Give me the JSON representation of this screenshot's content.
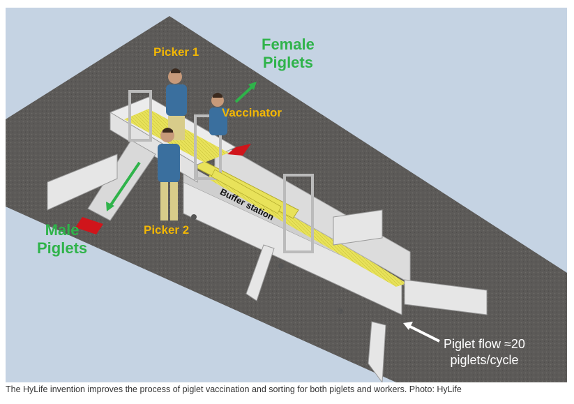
{
  "labels": {
    "picker1": "Picker 1",
    "picker2": "Picker 2",
    "vaccinator": "Vaccinator",
    "female_line1": "Female",
    "female_line2": "Piglets",
    "male_line1": "Male",
    "male_line2": "Piglets",
    "buffer_station": "Buffer station",
    "flow_line1": "Piglet flow ≈20",
    "flow_line2": "piglets/cycle"
  },
  "caption": "The HyLife invention improves the process of piglet vaccination and sorting for both piglets and workers. Photo: HyLife",
  "colors": {
    "background": "#c5d3e3",
    "floor": "#5c5a58",
    "conveyor_belt": "#e8e25a",
    "side_panels": "#e6e6e6",
    "exit_pads": "#d0151b",
    "label_orange": "#f2b705",
    "label_green": "#2fb34a",
    "worker_shirt": "#3a6f9e",
    "worker_pants": "#d8cc8a"
  }
}
